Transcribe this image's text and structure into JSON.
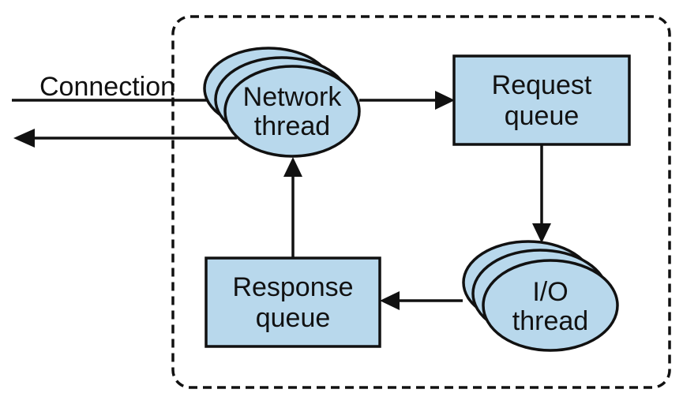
{
  "diagram": {
    "connection_label": "Connection",
    "network_thread": {
      "line1": "Network",
      "line2": "thread"
    },
    "request_queue": {
      "line1": "Request",
      "line2": "queue"
    },
    "io_thread": {
      "line1": "I/O",
      "line2": "thread"
    },
    "response_queue": {
      "line1": "Response",
      "line2": "queue"
    }
  },
  "colors": {
    "node_fill": "#b8d8ec",
    "stroke": "#111111",
    "background": "#ffffff"
  }
}
